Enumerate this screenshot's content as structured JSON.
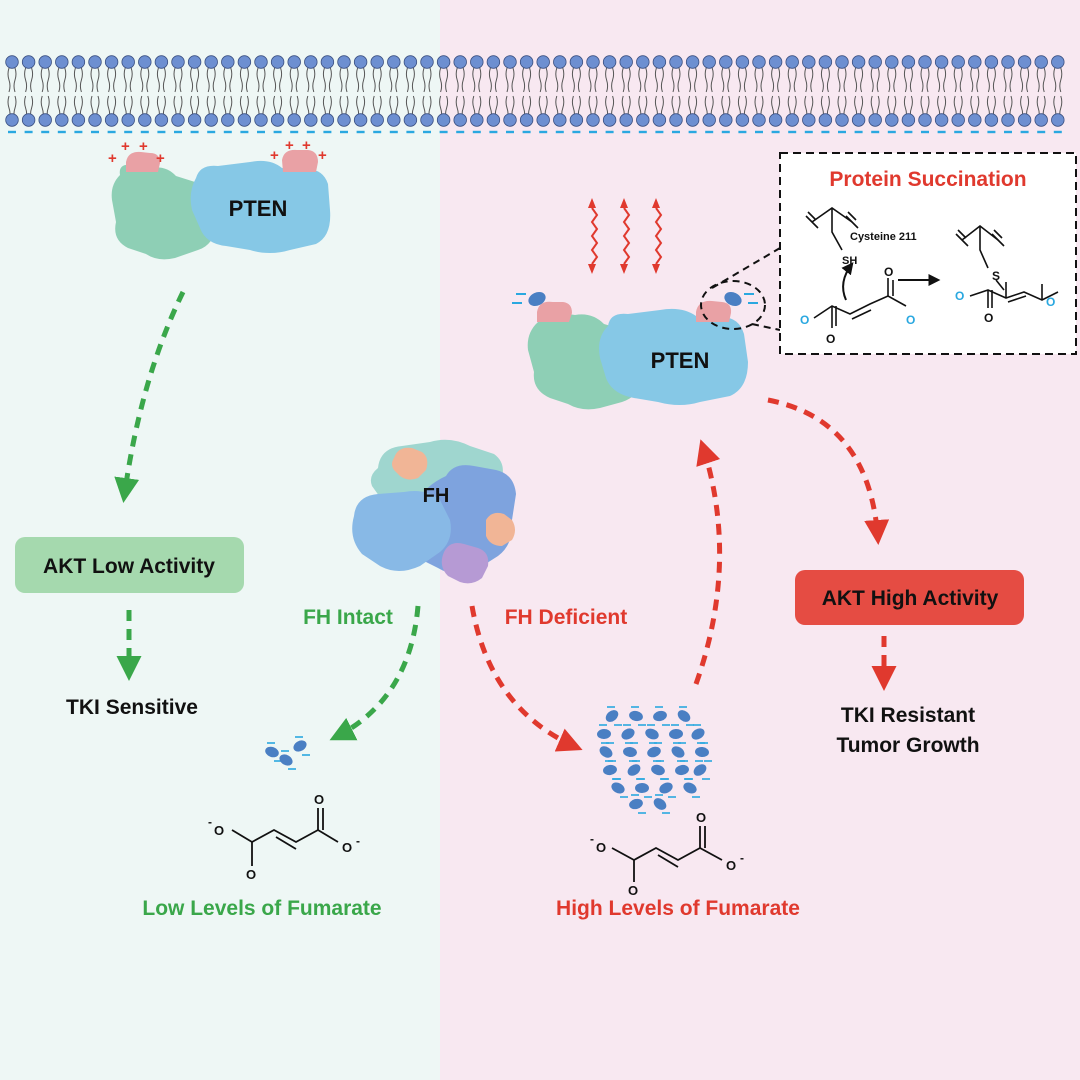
{
  "colors": {
    "left_bg": "#eef7f5",
    "right_bg": "#f8e8f1",
    "green": "#3aa74a",
    "red": "#e0392e",
    "pten": "#86c8e6",
    "pten_partner": "#8ecfb5",
    "pink_domain": "#e9a1a5",
    "fumarate_blue": "#4a7fc3",
    "membrane_head": "#6d8fd1",
    "akt_low_box": "#a5d9ae",
    "akt_high_box": "#e54c43"
  },
  "left": {
    "pten_label": "PTEN",
    "akt_label": "AKT Low Activity",
    "tki_label": "TKI Sensitive",
    "fh_status": "FH Intact",
    "fumarate_level": "Low Levels of Fumarate"
  },
  "center": {
    "fh_label": "FH"
  },
  "right": {
    "pten_label": "PTEN",
    "akt_label": "AKT High Activity",
    "tki_label_line1": "TKI Resistant",
    "tki_label_line2": "Tumor Growth",
    "fh_status": "FH Deficient",
    "fumarate_level": "High Levels of Fumarate"
  },
  "inset": {
    "title": "Protein Succination",
    "cysteine_label": "Cysteine 211",
    "sh_label": "SH",
    "s_label": "S",
    "o_label": "O",
    "o_minus_label": "O"
  },
  "fumarate_struct": {
    "o_label": "O",
    "o_minus_label": "O",
    "minus": "-"
  }
}
